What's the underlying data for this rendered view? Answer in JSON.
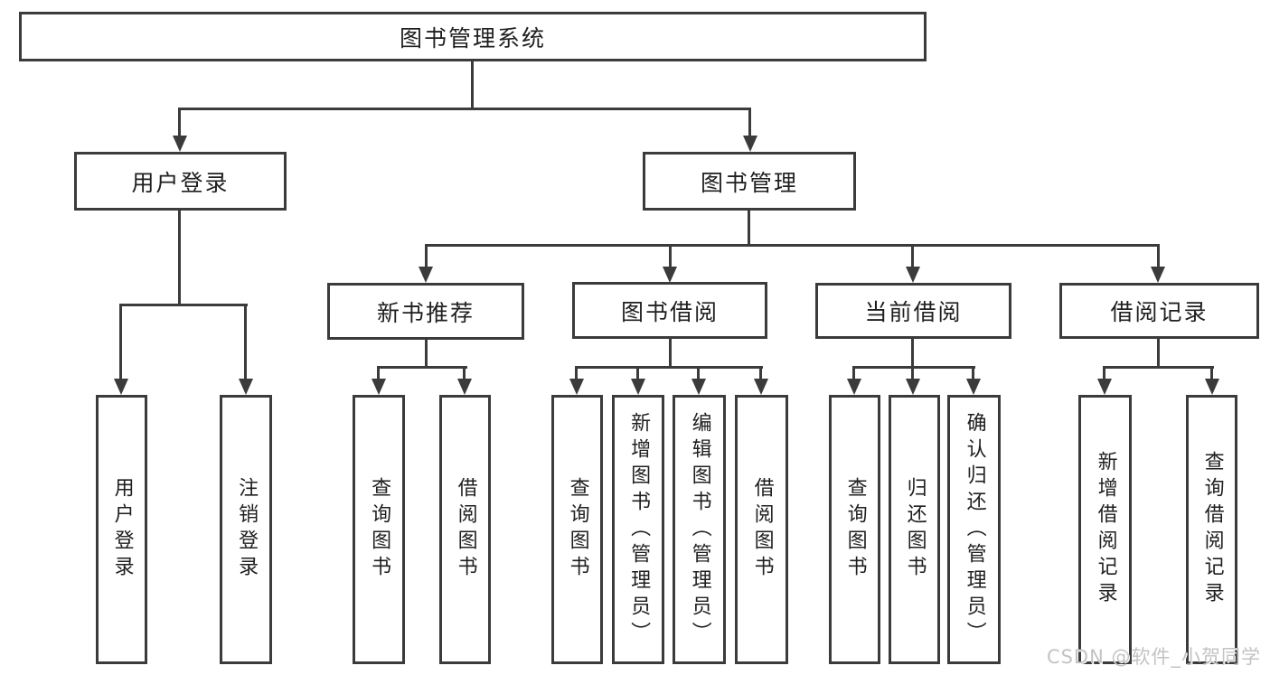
{
  "diagram": {
    "root": "图书管理系统",
    "level2": {
      "user_login": "用户登录",
      "book_management": "图书管理"
    },
    "level3": {
      "new_book_recommend": "新书推荐",
      "book_borrowing": "图书借阅",
      "current_borrowing": "当前借阅",
      "borrowing_records": "借阅记录"
    },
    "leaves": {
      "ul_login": "用户登录",
      "ul_logout": "注销登录",
      "nb_query_books": "查询图书",
      "nb_borrow_books": "借阅图书",
      "bb_query_books": "查询图书",
      "bb_add_books": "新增图书（管理员）",
      "bb_edit_books": "编辑图书（管理员）",
      "bb_borrow_books": "借阅图书",
      "cb_query_books": "查询图书",
      "cb_return_books": "归还图书",
      "cb_confirm_return": "确认归还（管理员）",
      "br_add_record": "新增借阅记录",
      "br_query_record": "查询借阅记录"
    },
    "watermark": "CSDN @软件_小贺同学",
    "colors": {
      "line": "#3b3b3b",
      "text": "#1f1f1f",
      "background": "#ffffff",
      "watermark": "#c3c3c3"
    }
  }
}
